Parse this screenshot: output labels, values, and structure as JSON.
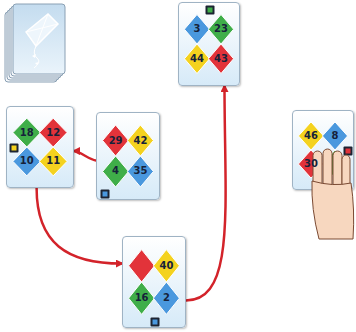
{
  "diagram": {
    "nodes": [
      {
        "text": [
          "3",
          "23",
          "44",
          "43"
        ]
      },
      {
        "text": [
          "18",
          "12",
          "10",
          "11"
        ]
      },
      {
        "text": [
          "29",
          "42",
          "4",
          "35"
        ]
      },
      {
        "text": [
          "46",
          "8",
          "30"
        ]
      },
      {
        "text": [
          "40",
          "16",
          "2"
        ]
      }
    ],
    "edges": [
      {
        "from": 2,
        "to": 1,
        "arrow": "to"
      },
      {
        "from": 1,
        "to": 4,
        "arrow": "to"
      },
      {
        "from": 4,
        "to": 0,
        "arrow": "to"
      }
    ]
  }
}
